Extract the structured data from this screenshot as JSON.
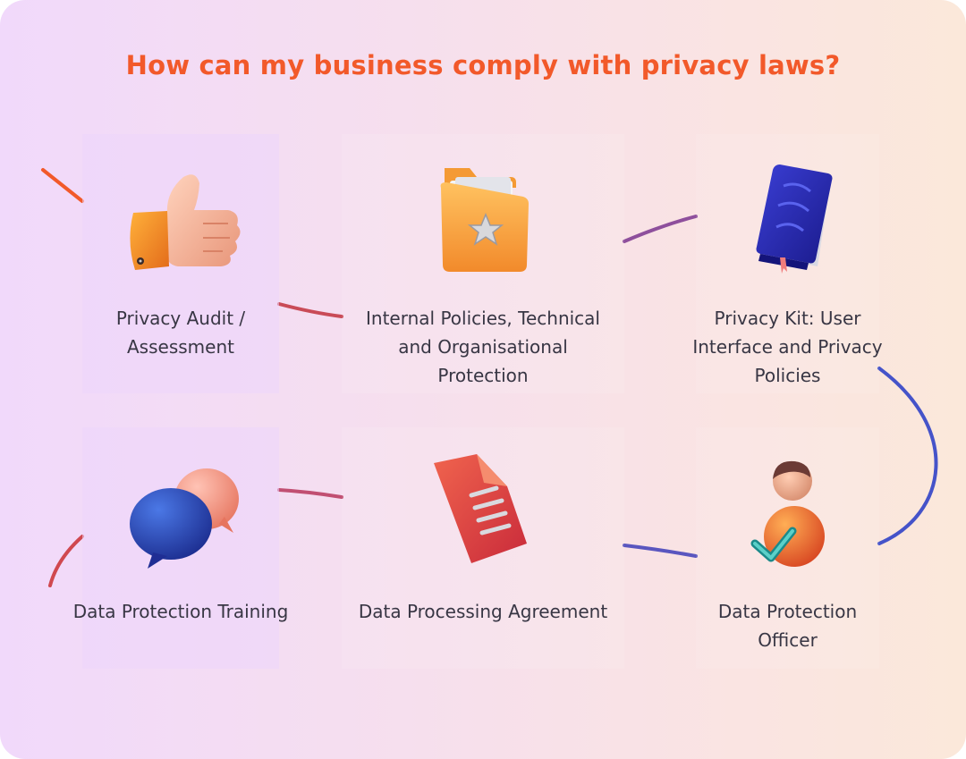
{
  "title": "How can my business comply with privacy laws?",
  "colors": {
    "title": "#f2592a",
    "label": "#383644",
    "line_red": "#c94b57",
    "line_orange": "#f2592a",
    "line_purple": "#8e4f9c",
    "line_blue": "#4553c9"
  },
  "items": [
    {
      "label": "Privacy Audit / Assessment",
      "icon": "thumbs-up-icon"
    },
    {
      "label": "Internal Policies, Technical and Organisational Protection",
      "icon": "folder-star-icon"
    },
    {
      "label": "Privacy Kit: User Interface and Privacy Policies",
      "icon": "book-icon"
    },
    {
      "label": "Data Protection Training",
      "icon": "chat-bubbles-icon"
    },
    {
      "label": "Data Processing Agreement",
      "icon": "document-icon"
    },
    {
      "label": "Data Protection Officer",
      "icon": "officer-check-icon"
    }
  ]
}
